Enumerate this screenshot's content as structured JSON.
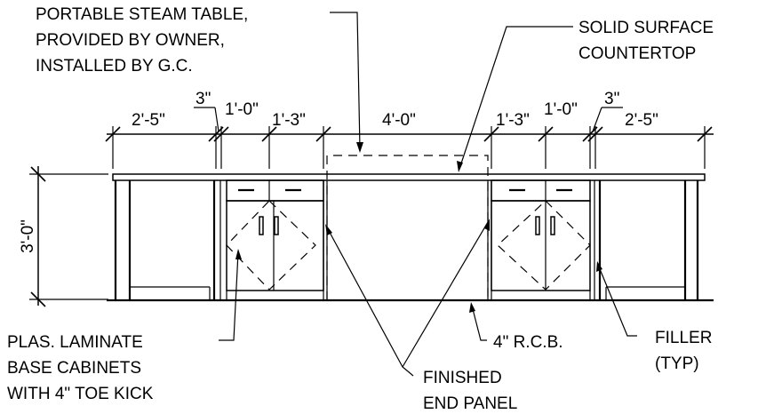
{
  "notes": {
    "steam_table": [
      "PORTABLE STEAM TABLE,",
      "PROVIDED BY OWNER,",
      "INSTALLED BY G.C."
    ],
    "countertop": [
      "SOLID SURFACE",
      "COUNTERTOP"
    ],
    "base_cabinets": [
      "PLAS. LAMINATE",
      "BASE CABINETS",
      "WITH 4\" TOE KICK"
    ],
    "rcb": "4\" R.C.B.",
    "end_panel": [
      "FINISHED",
      "END PANEL"
    ],
    "filler": [
      "FILLER",
      "(TYP)"
    ]
  },
  "dimensions": {
    "d1": "2'-5\"",
    "d2": "3\"",
    "d3": "1'-0\"",
    "d4": "1'-3\"",
    "d5": "4'-0\"",
    "d6": "1'-3\"",
    "d7": "1'-0\"",
    "d8": "3\"",
    "d9": "2'-5\"",
    "height": "3'-0\""
  }
}
